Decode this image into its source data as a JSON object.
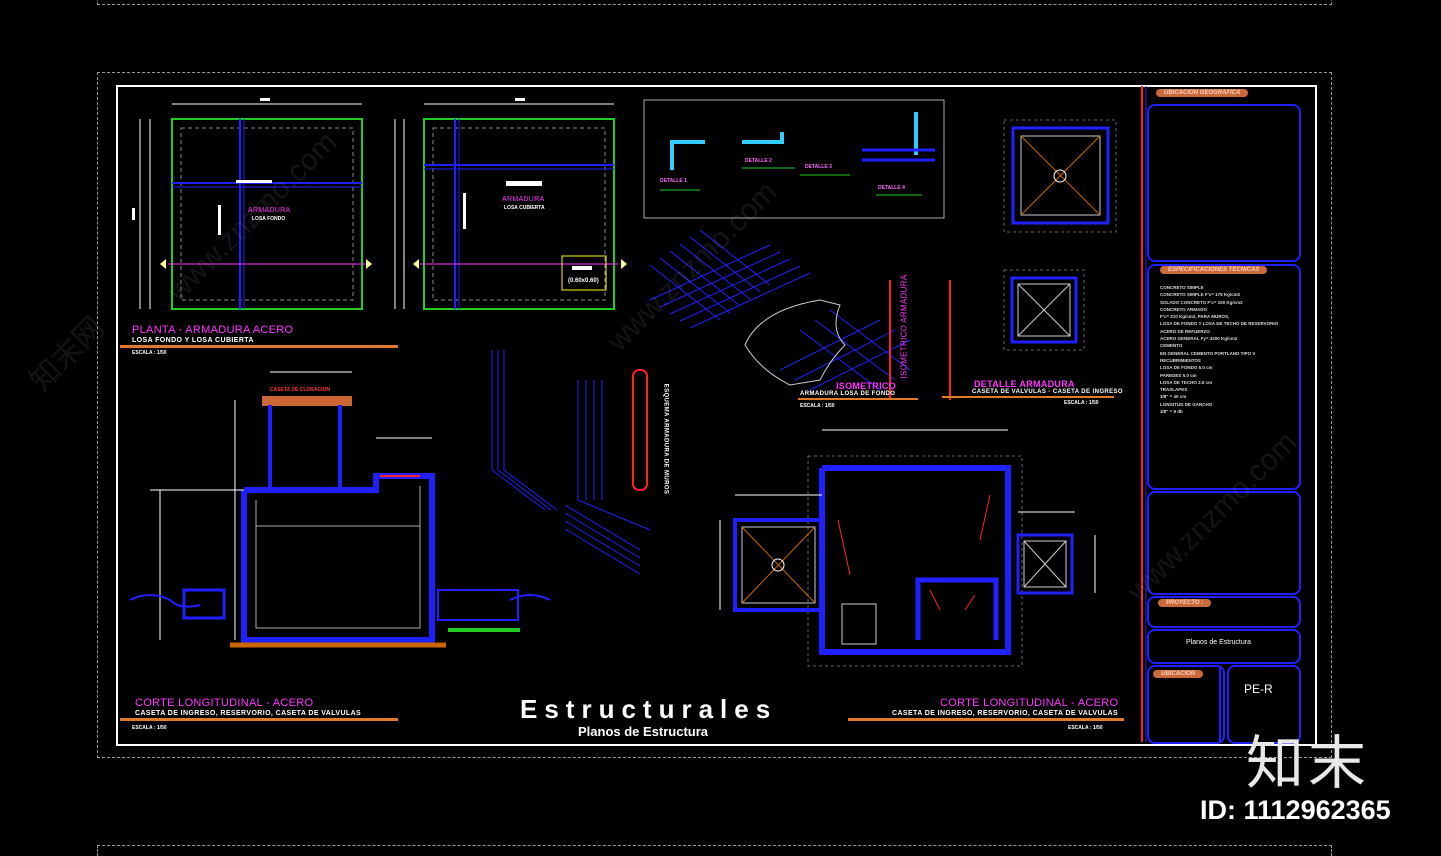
{
  "sheet": {
    "main_title": "Estructurales",
    "subtitle": "Planos de Estructura",
    "code": "PE-R"
  },
  "plan_section": {
    "title": "PLANTA - ARMADURA ACERO",
    "subtitle": "LOSA FONDO Y LOSA CUBIERTA",
    "scale": "ESCALA : 1/50",
    "plan1_label": "ARMADURA",
    "plan1_sub": "LOSA FONDO",
    "plan2_label": "ARMADURA",
    "plan2_sub": "LOSA CUBIERTA",
    "opening": "(0.60x0.60)"
  },
  "longitudinal_left": {
    "title": "CORTE LONGITUDINAL - ACERO",
    "subtitle": "CASETA DE INGRESO, RESERVORIO, CASETA DE VALVULAS",
    "scale": "ESCALA : 1/50",
    "caseta_label": "CASETA DE CLORACION"
  },
  "longitudinal_right": {
    "title": "CORTE LONGITUDINAL - ACERO",
    "subtitle": "CASETA DE INGRESO, RESERVORIO, CASETA DE VALVULAS",
    "scale": "ESCALA : 1/50"
  },
  "isometric": {
    "title": "ISOMETRICO",
    "subtitle": "ARMADURA LOSA DE FONDO",
    "scale": "ESCALA : 1/50",
    "vertical_label": "ISOMETRICO ARMADURA"
  },
  "detail": {
    "title": "DETALLE ARMADURA",
    "subtitle": "CASETA DE VALVULAS - CASETA DE INGRESO",
    "scale": "ESCALA : 1/50"
  },
  "details_box": {
    "labels": [
      "DETALLE 1",
      "DETALLE 2",
      "DETALLE 3",
      "DETALLE 4"
    ]
  },
  "muros": {
    "vertical_label": "ESQUEMA ARMADURA DE MUROS"
  },
  "title_block": {
    "tag_geo": "UBICACION GEOGRAFICA",
    "tag_spec": "ESPECIFICACIONES TECNICAS",
    "tag_project": "PROYECTO :",
    "tag_location": "UBICACION",
    "sheet_name": "Planos de Estructura",
    "spec_lines": [
      "CONCRETO SIMPLE",
      "CONCRETO SIMPLE   F'c= 175 Kg/cm2",
      "SOLADO CONCRETO   F'c= 100 Kg/cm2",
      "CONCRETO ARMADO",
      "F'c= 210 Kg/cm2, PARA MUROS,",
      "LOSA DE FONDO Y LOSA DE TECHO DE RESERVORIO",
      "ACERO DE REFUERZO",
      "ACERO GENERAL   Fy= 4200 Kg/cm2",
      "CEMENTO",
      "EN GENERAL   CEMENTO PORTLAND TIPO V",
      "RECUBRIMIENTOS",
      "LOSA DE FONDO      5.0 cm",
      "PAREDES            5.0 cm",
      "LOSA DE TECHO      2.5 cm",
      "TRASLAPES",
      "3/8\" = 40 cm",
      "LONGITUD DE GANCHO",
      "3/8\" = 8 db"
    ]
  },
  "watermark": {
    "brand": "知末",
    "id_text": "ID: 1112962365",
    "site": "www.znzmo.com",
    "site_cn": "知末网"
  },
  "colors": {
    "background": "#000000",
    "frame": "#ffffff",
    "magenta": "#ff33ff",
    "blue": "#2020ff",
    "green": "#22cc22",
    "red": "#ff2020",
    "orange": "#e07a2a",
    "yellow": "#ffff00"
  }
}
